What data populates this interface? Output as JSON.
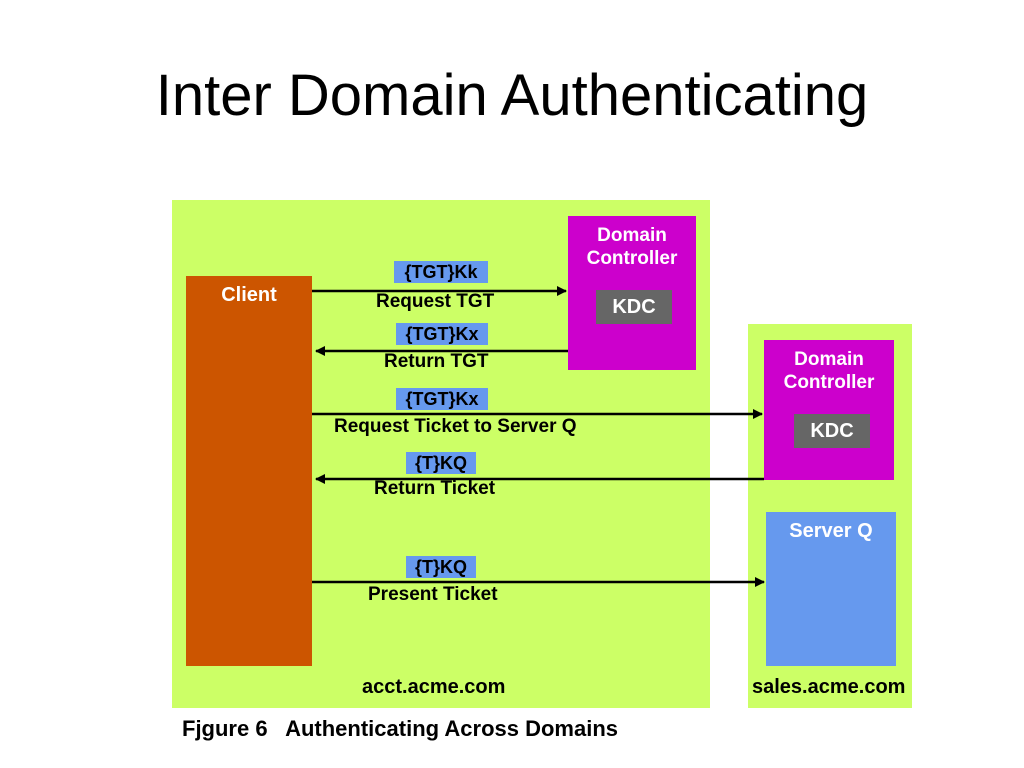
{
  "title": "Inter Domain Authenticating",
  "diagram": {
    "client_label": "Client",
    "domain_controller_label_1": "Domain",
    "domain_controller_label_2": "Controller",
    "kdc_label": "KDC",
    "server_label": "Server Q",
    "domains": {
      "acct": "acct.acme.com",
      "sales": "sales.acme.com"
    },
    "messages": [
      {
        "tag": "{TGT}Kk",
        "label": "Request TGT"
      },
      {
        "tag": "{TGT}Kx",
        "label": "Return TGT"
      },
      {
        "tag": "{TGT}Kx",
        "label": "Request Ticket to Server Q"
      },
      {
        "tag": "{T}KQ",
        "label": "Return Ticket"
      },
      {
        "tag": "{T}KQ",
        "label": "Present Ticket"
      }
    ]
  },
  "caption": "Fjgure 6   Authenticating Across Domains"
}
